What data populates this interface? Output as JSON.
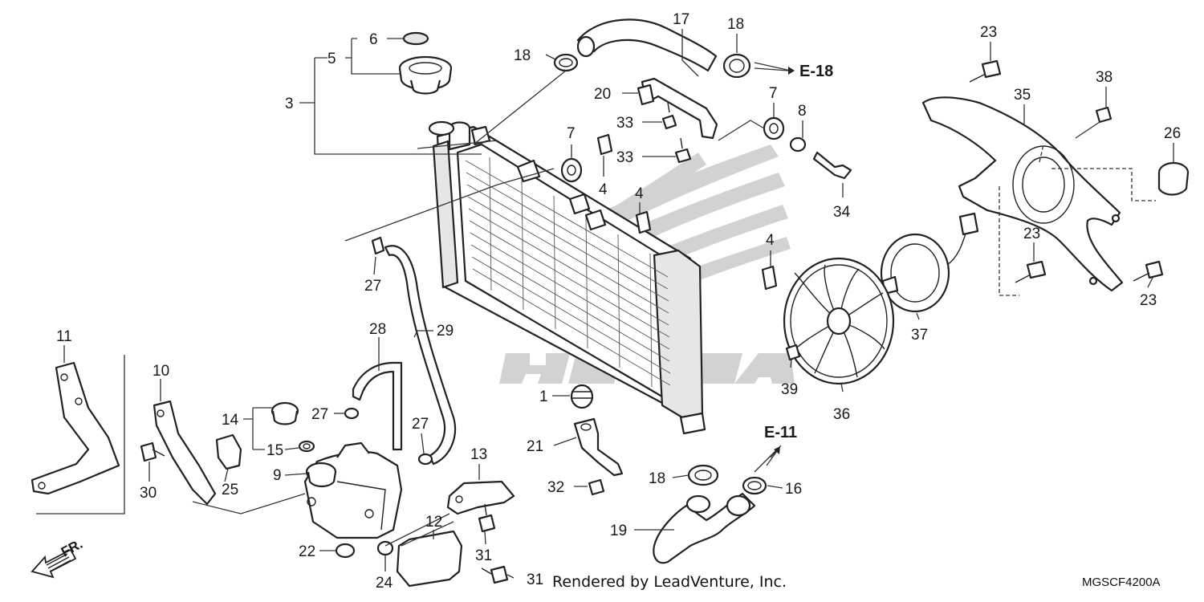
{
  "parts": {
    "p1": "1",
    "p3": "3",
    "p4a": "4",
    "p4b": "4",
    "p4c": "4",
    "p5": "5",
    "p6": "6",
    "p7a": "7",
    "p7b": "7",
    "p8": "8",
    "p9": "9",
    "p10": "10",
    "p11": "11",
    "p12": "12",
    "p13": "13",
    "p14": "14",
    "p15": "15",
    "p16": "16",
    "p17": "17",
    "p18a": "18",
    "p18b": "18",
    "p18c": "18",
    "p19": "19",
    "p20": "20",
    "p21": "21",
    "p22": "22",
    "p23a": "23",
    "p23b": "23",
    "p23c": "23",
    "p24": "24",
    "p25": "25",
    "p26": "26",
    "p27a": "27",
    "p27b": "27",
    "p27c": "27",
    "p28": "28",
    "p29": "29",
    "p30": "30",
    "p31a": "31",
    "p31b": "31",
    "p32": "32",
    "p33a": "33",
    "p33b": "33",
    "p34": "34",
    "p35": "35",
    "p36": "36",
    "p37": "37",
    "p38": "38",
    "p39": "39"
  },
  "references": {
    "e18": "E-18",
    "e11": "E-11"
  },
  "direction": {
    "front": "FR."
  },
  "footer": {
    "credit": "Rendered by LeadVenture, Inc.",
    "diagram_code": "MGSCF4200A"
  },
  "colors": {
    "line": "#222222",
    "watermark": "#d2d2d2",
    "background": "#ffffff"
  }
}
